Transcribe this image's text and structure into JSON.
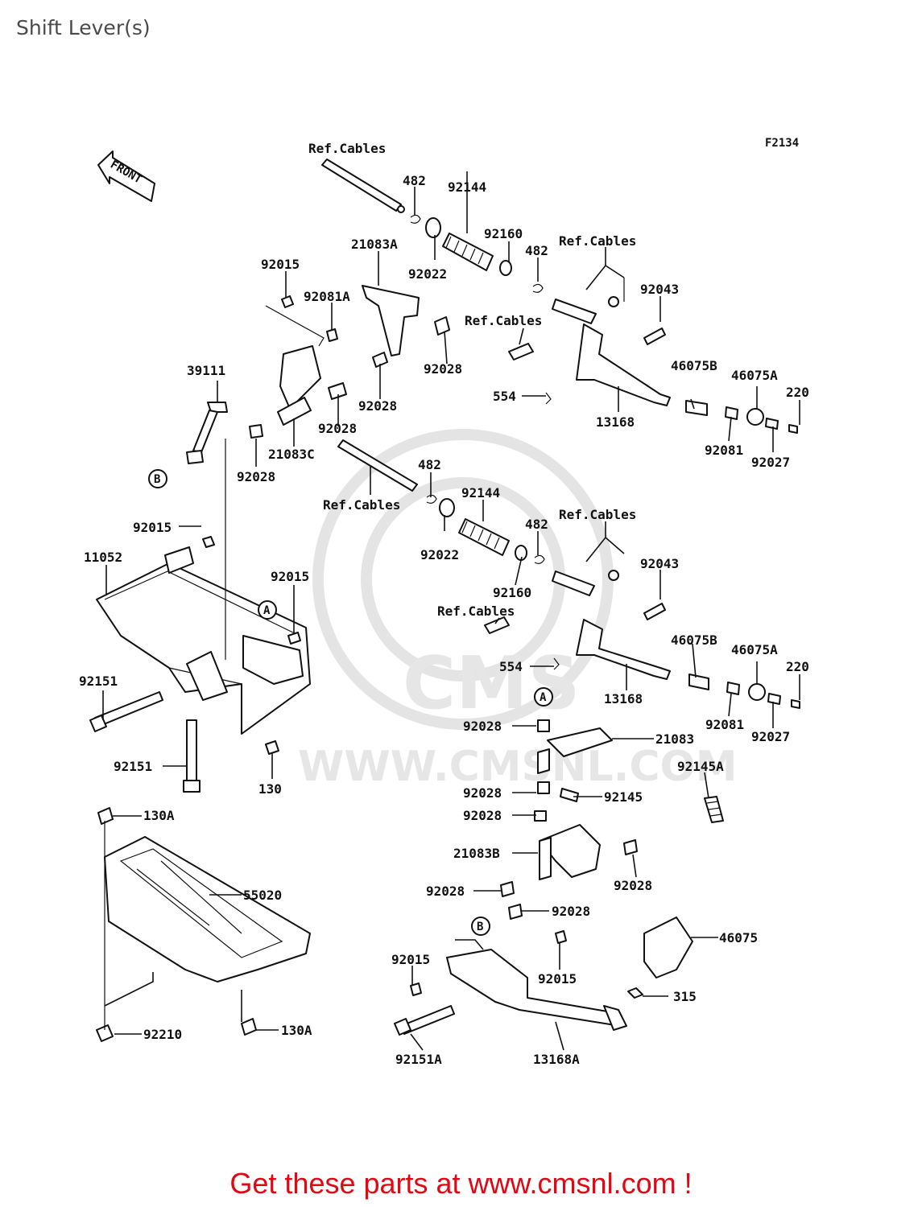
{
  "page": {
    "title": "Shift Lever(s)",
    "figure_code": "F2134",
    "front_arrow": "FRONT",
    "banner": "Get these parts at www.cmsnl.com !",
    "watermark": "WWW.CMSNL.COM",
    "watermark_logo": "CMS"
  },
  "callouts": {
    "a": "A",
    "b": "B"
  },
  "labels": {
    "ref_cables_1": "Ref.Cables",
    "p482_1": "482",
    "p92144_1": "92144",
    "p92160_1": "92160",
    "p21083a": "21083A",
    "p92022_1": "92022",
    "p482_2": "482",
    "ref_cables_2": "Ref.Cables",
    "p92015_1": "92015",
    "p92081a": "92081A",
    "p92043_1": "92043",
    "ref_cables_3": "Ref.Cables",
    "p92028_1": "92028",
    "p46075b_1": "46075B",
    "p46075a_1": "46075A",
    "p39111": "39111",
    "p554_1": "554",
    "p220_1": "220",
    "p92028_2": "92028",
    "p13168_1": "13168",
    "p92028_3": "92028",
    "p92081_1": "92081",
    "p92027_1": "92027",
    "p21083c": "21083C",
    "p92028_4": "92028",
    "p482_3": "482",
    "ref_cables_4": "Ref.Cables",
    "p92144_2": "92144",
    "p92015_2": "92015",
    "ref_cables_5": "Ref.Cables",
    "p92022_2": "92022",
    "p482_4": "482",
    "p11052": "11052",
    "p92015_3": "92015",
    "p92043_2": "92043",
    "p92160_2": "92160",
    "ref_cables_6": "Ref.Cables",
    "p46075b_2": "46075B",
    "p46075a_2": "46075A",
    "p554_2": "554",
    "p220_2": "220",
    "p92151_1": "92151",
    "p13168_2": "13168",
    "p92081_2": "92081",
    "p92027_2": "92027",
    "p92028_5": "92028",
    "p21083": "21083",
    "p92151_2": "92151",
    "p130": "130",
    "p92145a": "92145A",
    "p92028_6": "92028",
    "p92145": "92145",
    "p130a_1": "130A",
    "p92028_7": "92028",
    "p21083b": "21083B",
    "p55020": "55020",
    "p92028_8": "92028",
    "p92028_9": "92028",
    "p92028_10": "92028",
    "p46075": "46075",
    "p92015_4": "92015",
    "p92015_5": "92015",
    "p315": "315",
    "p92210": "92210",
    "p130a_2": "130A",
    "p92151a": "92151A",
    "p13168a": "13168A"
  }
}
